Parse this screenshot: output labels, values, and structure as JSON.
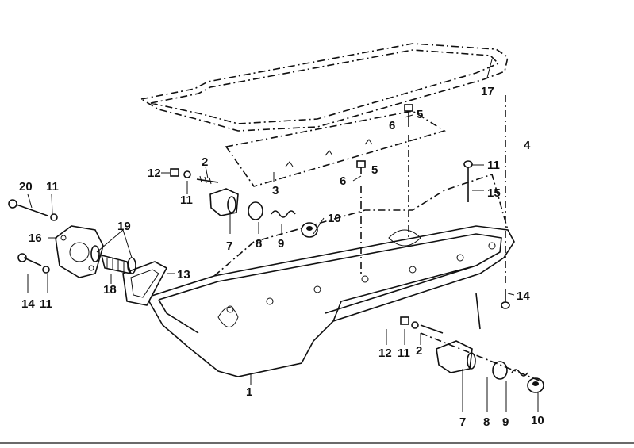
{
  "diagram": {
    "callouts": [
      {
        "id": "c1",
        "text": "1"
      },
      {
        "id": "c2a",
        "text": "2"
      },
      {
        "id": "c2b",
        "text": "2"
      },
      {
        "id": "c3",
        "text": "3"
      },
      {
        "id": "c4",
        "text": "4"
      },
      {
        "id": "c5a",
        "text": "5"
      },
      {
        "id": "c5b",
        "text": "5"
      },
      {
        "id": "c6a",
        "text": "6"
      },
      {
        "id": "c6b",
        "text": "6"
      },
      {
        "id": "c7a",
        "text": "7"
      },
      {
        "id": "c7b",
        "text": "7"
      },
      {
        "id": "c8a",
        "text": "8"
      },
      {
        "id": "c8b",
        "text": "8"
      },
      {
        "id": "c9a",
        "text": "9"
      },
      {
        "id": "c9b",
        "text": "9"
      },
      {
        "id": "c10a",
        "text": "10"
      },
      {
        "id": "c10b",
        "text": "10"
      },
      {
        "id": "c11a",
        "text": "11"
      },
      {
        "id": "c11b",
        "text": "11"
      },
      {
        "id": "c11c",
        "text": "11"
      },
      {
        "id": "c11d",
        "text": "11"
      },
      {
        "id": "c11e",
        "text": "11"
      },
      {
        "id": "c12a",
        "text": "12"
      },
      {
        "id": "c12b",
        "text": "12"
      },
      {
        "id": "c13",
        "text": "13"
      },
      {
        "id": "c14a",
        "text": "14"
      },
      {
        "id": "c14b",
        "text": "14"
      },
      {
        "id": "c15",
        "text": "15"
      },
      {
        "id": "c16",
        "text": "16"
      },
      {
        "id": "c17",
        "text": "17"
      },
      {
        "id": "c18",
        "text": "18"
      },
      {
        "id": "c19",
        "text": "19"
      },
      {
        "id": "c20",
        "text": "20"
      }
    ]
  }
}
